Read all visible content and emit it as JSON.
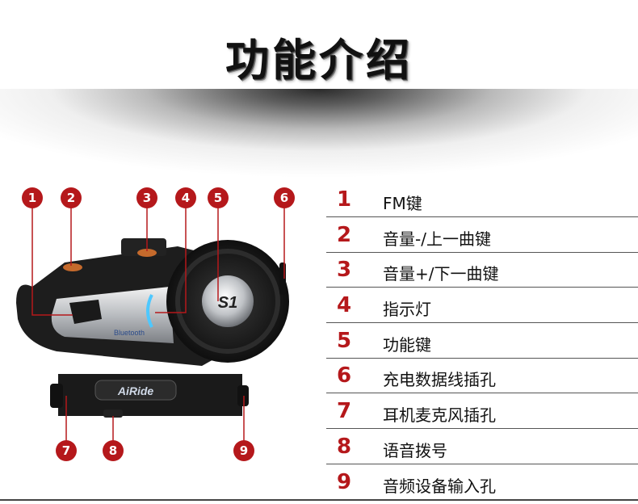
{
  "title": "功能介绍",
  "device": {
    "brand": "AiRide",
    "bluetooth": "Bluetooth",
    "knob_logo": "S1"
  },
  "markers": [
    "1",
    "2",
    "3",
    "4",
    "5",
    "6",
    "7",
    "8",
    "9"
  ],
  "features": [
    {
      "num": "1",
      "label": "FM键"
    },
    {
      "num": "2",
      "label": "音量-/上一曲键"
    },
    {
      "num": "3",
      "label": "音量+/下一曲键"
    },
    {
      "num": "4",
      "label": "指示灯"
    },
    {
      "num": "5",
      "label": "功能键"
    },
    {
      "num": "6",
      "label": "充电数据线插孔"
    },
    {
      "num": "7",
      "label": "耳机麦克风插孔"
    },
    {
      "num": "8",
      "label": "语音拨号"
    },
    {
      "num": "9",
      "label": "音频设备输入孔"
    }
  ],
  "colors": {
    "accent": "#b5181b",
    "text": "#111111"
  }
}
